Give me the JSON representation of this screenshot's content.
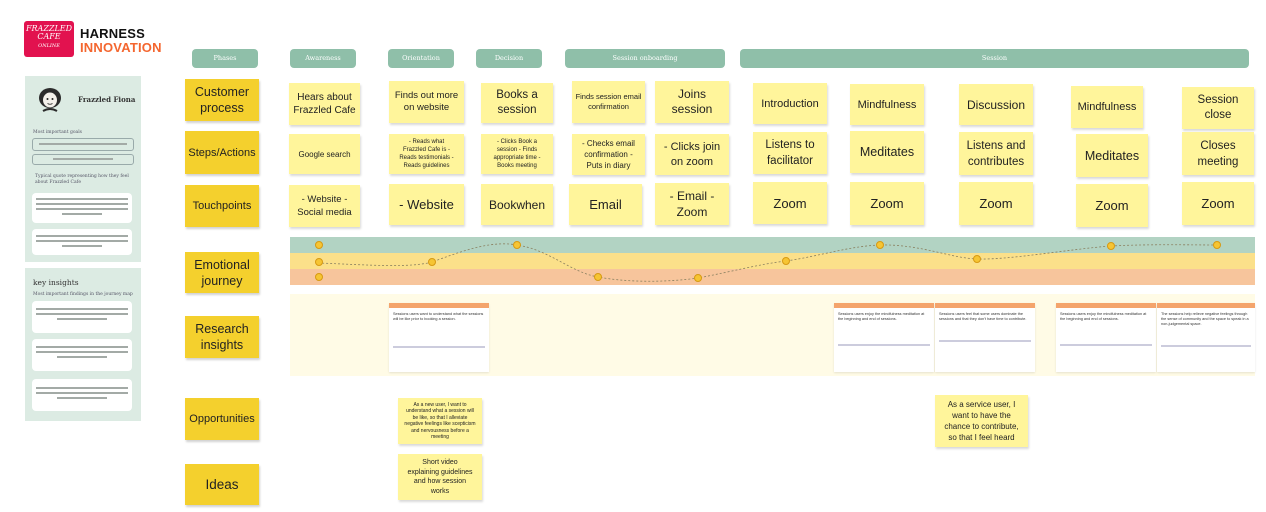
{
  "brand": {
    "logo_text": "FRAZZLED CAFE",
    "line1": "HARNESS",
    "line2": "INNOVATION"
  },
  "phases": [
    "Phases",
    "Awareness",
    "Orientation",
    "Decision",
    "Session onboarding",
    "Session"
  ],
  "persona": {
    "name": "Frazzled Fiona",
    "goals_label": "Most important goals",
    "feeling_label": "Typical quote representing how they feel about Frazzled Cafe"
  },
  "insights_panel": {
    "title": "key insights",
    "subtitle": "Most important findings in the journey map"
  },
  "row_labels": [
    "Customer process",
    "Steps/Actions",
    "Touchpoints",
    "Emotional journey",
    "Research insights",
    "Opportunities",
    "Ideas"
  ],
  "customer_process": [
    "Hears about Frazzled Cafe",
    "Finds out more on website",
    "Books a session",
    "Finds session email confirmation",
    "Joins session",
    "Introduction",
    "Mindfulness",
    "Discussion",
    "Mindfulness",
    "Session close"
  ],
  "steps": [
    "Google search",
    "- Reads what Frazzled Cafe is - Reads testimonials - Reads guidelines",
    "- Clicks Book a session - Finds appropriate time - Books meeting",
    "- Checks email confirmation - Puts in diary",
    "- Clicks join on zoom",
    "Listens to facilitator",
    "Meditates",
    "Listens and contributes",
    "Meditates",
    "Closes meeting"
  ],
  "touchpoints": [
    "- Website - Social media",
    "- Website",
    "Bookwhen",
    "Email",
    "- Email - Zoom",
    "Zoom",
    "Zoom",
    "Zoom",
    "Zoom",
    "Zoom"
  ],
  "research_insights": [
    "Sessions users want to understand what the sessions will be like prior to booking a session.",
    "Sessions users enjoy the mindfulness meditation at the beginning and end of sessions.",
    "Sessions users feel that some users dominate the sessions and that they don't have time to contribute.",
    "Sessions users enjoy the mindfulness meditation at the beginning and end of sessions.",
    "The sessions help relieve negative feelings through the sense of community and the space to speak in a non-judgemental space."
  ],
  "opportunities": [
    "As a new user, I want to understand what a session will be like, so that I alleviate negative feelings like scepticism and nervousness before a meeting",
    "As a service user, I want to have the chance to contribute, so that I feel heard"
  ],
  "ideas": [
    "Short video explaining guidelines and how session works"
  ],
  "colors": {
    "sticky": "#fff59b",
    "label": "#f4d02d",
    "phase": "#8fbfa9",
    "emo_green": "#b2d3c3",
    "emo_yellow": "#fbe08a",
    "emo_orange": "#f7c59c",
    "brand_red": "#e2124f",
    "brand_orange": "#f4662f"
  }
}
